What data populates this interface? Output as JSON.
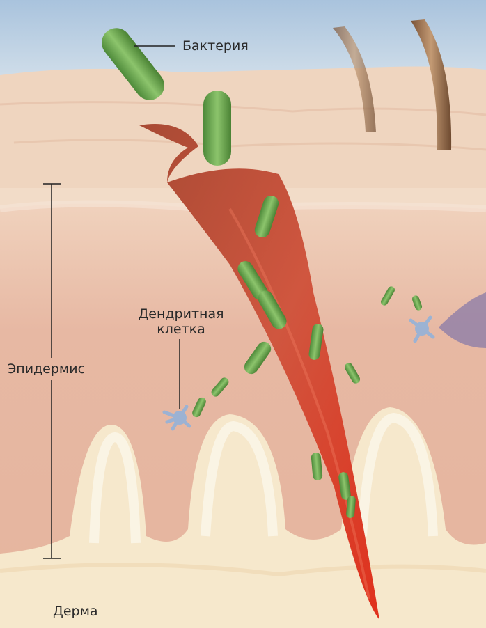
{
  "labels": {
    "bacterium": "Бактерия",
    "dendritic_cell": "Дендритная\nклетка",
    "epidermis": "Эпидермис",
    "dermis": "Дерма"
  },
  "colors": {
    "sky": "#b9cfe2",
    "skin_surface": "#efd6c0",
    "epidermis": "#e8b9a6",
    "dermis": "#f6e6c8",
    "thorn": "#c0503a",
    "bacteria": "#6aa64e",
    "hair": "#9b7350",
    "dendritic_cell": "#8fb0d8"
  },
  "icons": [
    "bacterium-icon",
    "thorn-icon",
    "hair-icon",
    "dendritic-cell-icon"
  ]
}
